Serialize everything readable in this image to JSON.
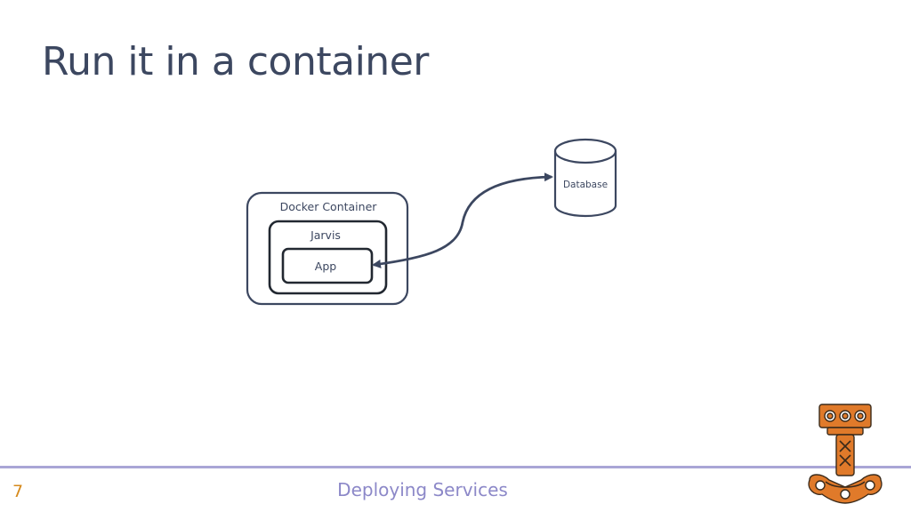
{
  "slide": {
    "title": "Run it in a container",
    "page_number": "7",
    "footer": "Deploying Services"
  },
  "diagram": {
    "nodes": {
      "docker_container": "Docker Container",
      "jarvis": "Jarvis",
      "app": "App",
      "database": "Database"
    },
    "edges": [
      {
        "from": "database",
        "to": "app",
        "style": "curved-double-arrow"
      }
    ]
  },
  "logo": {
    "icon": "hammer-icon"
  },
  "colors": {
    "title": "#3c4760",
    "diagram_stroke": "#3c4760",
    "footer_rule": "#a9a6d6",
    "footer_text": "#8c88c8",
    "page_number": "#d68a1c",
    "logo_fill": "#e07a2a"
  }
}
